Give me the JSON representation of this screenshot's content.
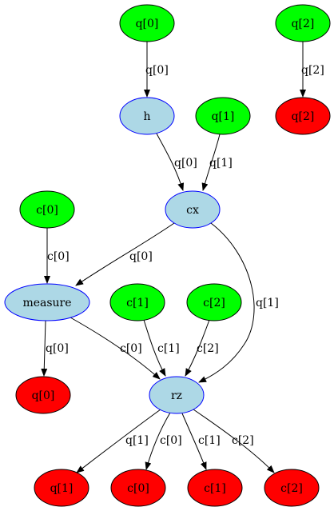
{
  "colors": {
    "input": "#00ff00",
    "output": "#ff0000",
    "op": "#add8e6",
    "op_stroke": "#0000ff",
    "stroke": "#000000"
  },
  "nodes": [
    {
      "id": "q0_in",
      "label": "q[0]",
      "kind": "input"
    },
    {
      "id": "q2_in",
      "label": "q[2]",
      "kind": "input"
    },
    {
      "id": "h",
      "label": "h",
      "kind": "op"
    },
    {
      "id": "q1_in",
      "label": "q[1]",
      "kind": "input"
    },
    {
      "id": "q2_out",
      "label": "q[2]",
      "kind": "output"
    },
    {
      "id": "cx",
      "label": "cx",
      "kind": "op"
    },
    {
      "id": "c0_in",
      "label": "c[0]",
      "kind": "input"
    },
    {
      "id": "measure",
      "label": "measure",
      "kind": "op"
    },
    {
      "id": "c1_in",
      "label": "c[1]",
      "kind": "input"
    },
    {
      "id": "c2_in",
      "label": "c[2]",
      "kind": "input"
    },
    {
      "id": "q0_out",
      "label": "q[0]",
      "kind": "output"
    },
    {
      "id": "rz",
      "label": "rz",
      "kind": "op"
    },
    {
      "id": "q1_out",
      "label": "q[1]",
      "kind": "output"
    },
    {
      "id": "c0_out",
      "label": "c[0]",
      "kind": "output"
    },
    {
      "id": "c1_out",
      "label": "c[1]",
      "kind": "output"
    },
    {
      "id": "c2_out",
      "label": "c[2]",
      "kind": "output"
    }
  ],
  "edges": [
    {
      "from": "q0_in",
      "to": "h",
      "label": "q[0]"
    },
    {
      "from": "q2_in",
      "to": "q2_out",
      "label": "q[2]"
    },
    {
      "from": "h",
      "to": "cx",
      "label": "q[0]"
    },
    {
      "from": "q1_in",
      "to": "cx",
      "label": "q[1]"
    },
    {
      "from": "c0_in",
      "to": "measure",
      "label": "c[0]"
    },
    {
      "from": "cx",
      "to": "measure",
      "label": "q[0]"
    },
    {
      "from": "cx",
      "to": "rz",
      "label": "q[1]"
    },
    {
      "from": "measure",
      "to": "q0_out",
      "label": "q[0]"
    },
    {
      "from": "measure",
      "to": "rz",
      "label": "c[0]"
    },
    {
      "from": "c1_in",
      "to": "rz",
      "label": "c[1]"
    },
    {
      "from": "c2_in",
      "to": "rz",
      "label": "c[2]"
    },
    {
      "from": "rz",
      "to": "q1_out",
      "label": "q[1]"
    },
    {
      "from": "rz",
      "to": "c0_out",
      "label": "c[0]"
    },
    {
      "from": "rz",
      "to": "c1_out",
      "label": "c[1]"
    },
    {
      "from": "rz",
      "to": "c2_out",
      "label": "c[2]"
    }
  ]
}
